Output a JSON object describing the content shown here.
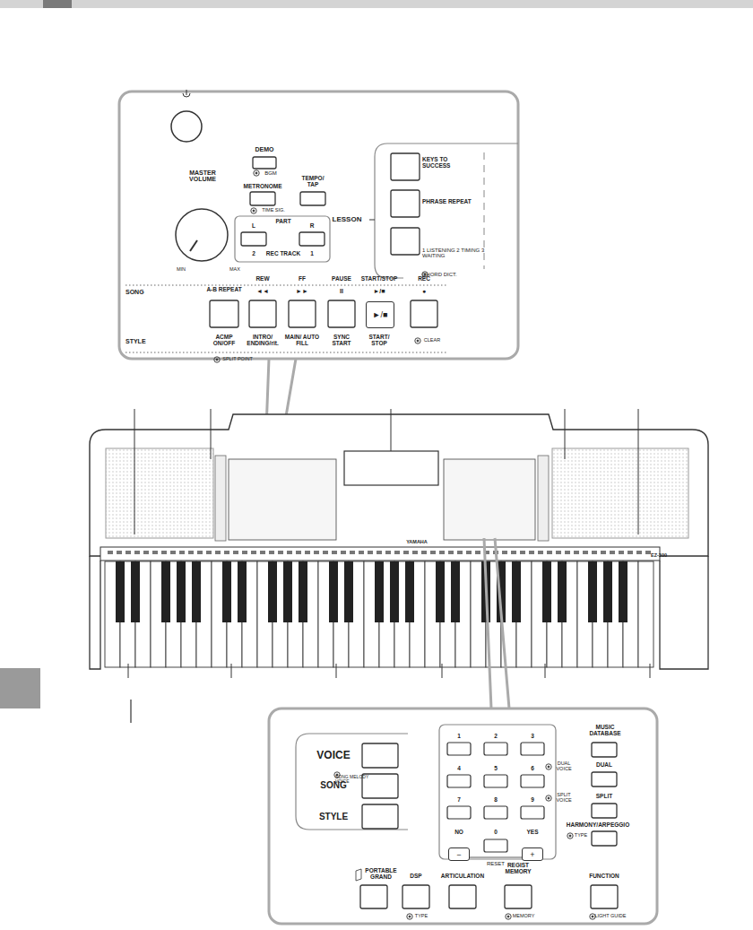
{
  "diagram": {
    "nodes": [
      {
        "text": [
          "►/■"
        ]
      },
      {
        "text": [
          "−"
        ]
      },
      {
        "text": [
          "+"
        ]
      }
    ],
    "labels": [
      "DEMO",
      "BGM",
      "MASTER VOLUME",
      "MIN",
      "MAX",
      "METRONOME",
      "TIME SIG.",
      "TEMPO/ TAP",
      "L",
      "PART",
      "R",
      "2",
      "REC TRACK",
      "1",
      "LESSON",
      "KEYS TO SUCCESS",
      "PHRASE REPEAT",
      "1 LISTENING 2 TIMING 3 WAITING",
      "CHORD DICT.",
      "SONG",
      "STYLE",
      "A-B REPEAT",
      "ACMP ON/OFF",
      "SPLIT POINT",
      "REW",
      "◄◄",
      "INTRO/ ENDING/rit.",
      "FF",
      "►►",
      "MAIN/ AUTO FILL",
      "PAUSE",
      "II",
      "SYNC START",
      "START/STOP",
      "►/■",
      "START/ STOP",
      "REC",
      "●",
      "CLEAR",
      "YAMAHA",
      "EZ-300",
      "VOICE",
      "SONG MELODY VOICE",
      "SONG",
      "STYLE",
      "1",
      "2",
      "3",
      "4",
      "5",
      "6",
      "7",
      "8",
      "9",
      "NO",
      "0",
      "YES",
      "RESET",
      "MUSIC DATABASE",
      "DUAL VOICE",
      "DUAL",
      "SPLIT VOICE",
      "SPLIT",
      "HARMONY/ARPEGGIO",
      "TYPE",
      "PORTABLE GRAND",
      "DSP",
      "TYPE",
      "ARTICULATION",
      "REGIST MEMORY",
      "MEMORY",
      "FUNCTION",
      "LIGHT GUIDE"
    ]
  }
}
